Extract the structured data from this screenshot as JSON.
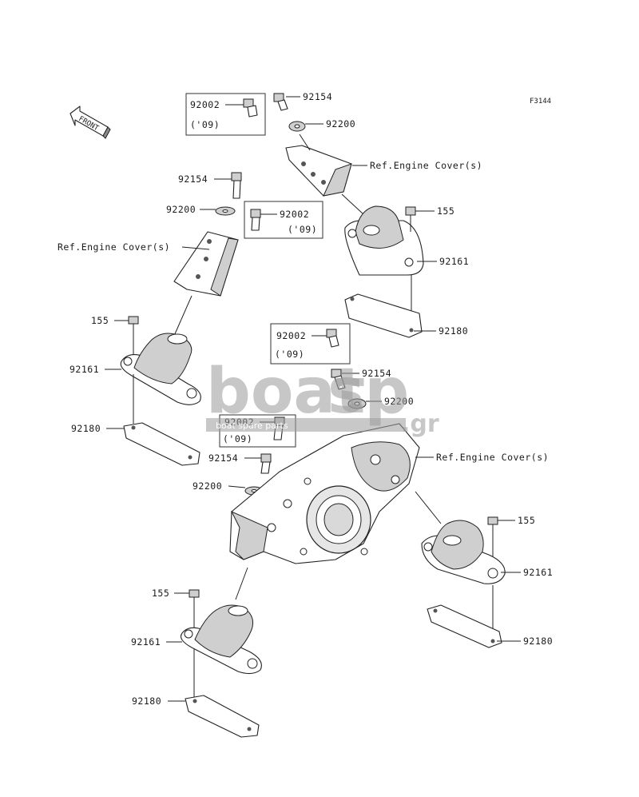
{
  "figure_code": "F3144",
  "front_label": "FRONT",
  "watermark": {
    "brand_main": "boat",
    "brand_sp": "sp",
    "brand_tld": ".gr",
    "tagline": "boat spare parts"
  },
  "labels": {
    "p92002_a": "92002",
    "p92002_a_note": "('09)",
    "p92154_a": "92154",
    "p92200_a": "92200",
    "ref_a": "Ref.Engine Cover(s)",
    "p92154_b": "92154",
    "p92200_b": "92200",
    "ref_b": "Ref.Engine Cover(s)",
    "p92002_b": "92002",
    "p92002_b_note": "('09)",
    "p155_a": "155",
    "p92161_a": "92161",
    "p92180_a": "92180",
    "p92002_c": "92002",
    "p92002_c_note": "('09)",
    "p155_b": "155",
    "p92161_b": "92161",
    "p92180_b": "92180",
    "p92154_c": "92154",
    "p92200_c": "92200",
    "p92002_d": "92002",
    "p92002_d_note": "('09)",
    "p92154_d": "92154",
    "p92200_d": "92200",
    "ref_c": "Ref.Engine Cover(s)",
    "p155_c": "155",
    "p92161_c": "92161",
    "p92180_c": "92180",
    "p155_d": "155",
    "p92161_d": "92161",
    "p92180_d": "92180"
  }
}
